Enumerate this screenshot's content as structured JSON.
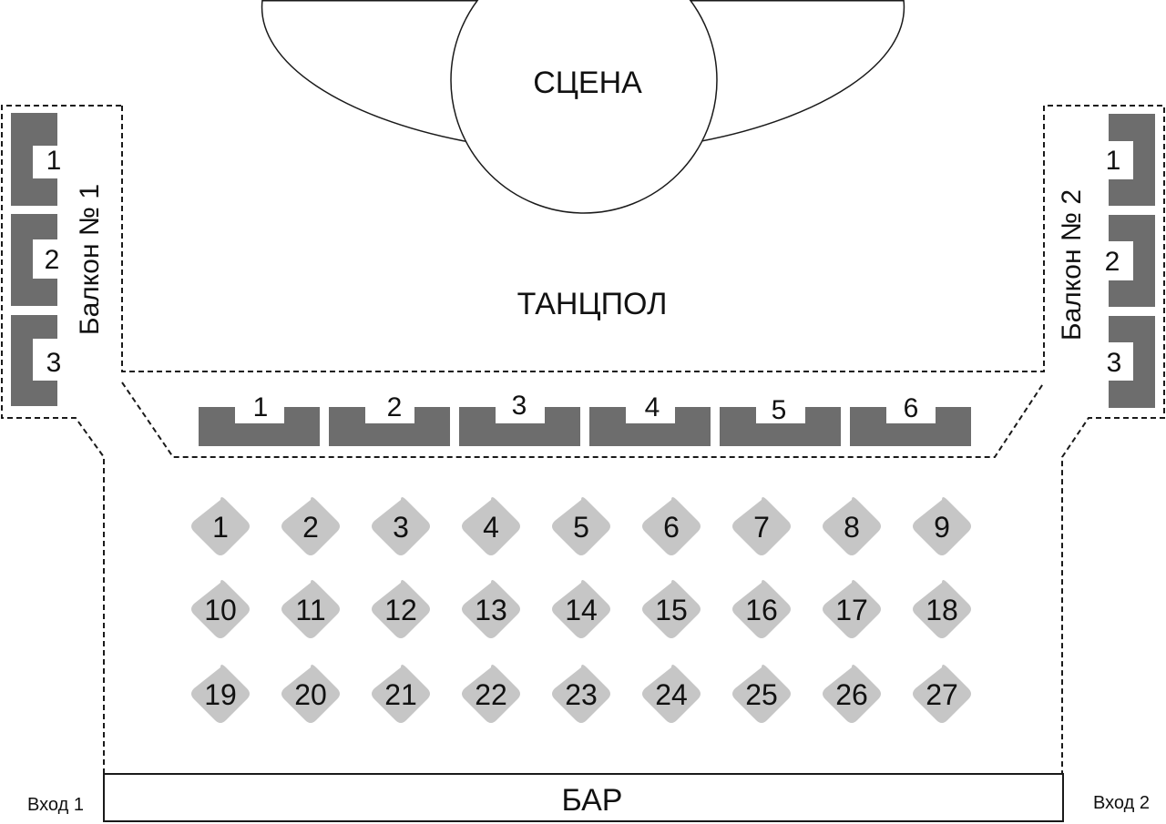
{
  "labels": {
    "stage": "СЦЕНА",
    "dance_floor": "ТАНЦПОЛ",
    "bar": "БАР",
    "entrance_1": "Вход 1",
    "entrance_2": "Вход 2",
    "balcony_1": "Балкон № 1",
    "balcony_2": "Балкон № 2"
  },
  "balcony_1_booths": [
    "1",
    "2",
    "3"
  ],
  "balcony_2_booths": [
    "1",
    "2",
    "3"
  ],
  "front_sofas": [
    "1",
    "2",
    "3",
    "4",
    "5",
    "6"
  ],
  "tables": [
    "1",
    "2",
    "3",
    "4",
    "5",
    "6",
    "7",
    "8",
    "9",
    "10",
    "11",
    "12",
    "13",
    "14",
    "15",
    "16",
    "17",
    "18",
    "19",
    "20",
    "21",
    "22",
    "23",
    "24",
    "25",
    "26",
    "27"
  ],
  "colors": {
    "booth_fill": "#6d6d6d",
    "table_fill": "#c6c6c6",
    "outline": "#1a1a1a",
    "background": "#ffffff"
  }
}
